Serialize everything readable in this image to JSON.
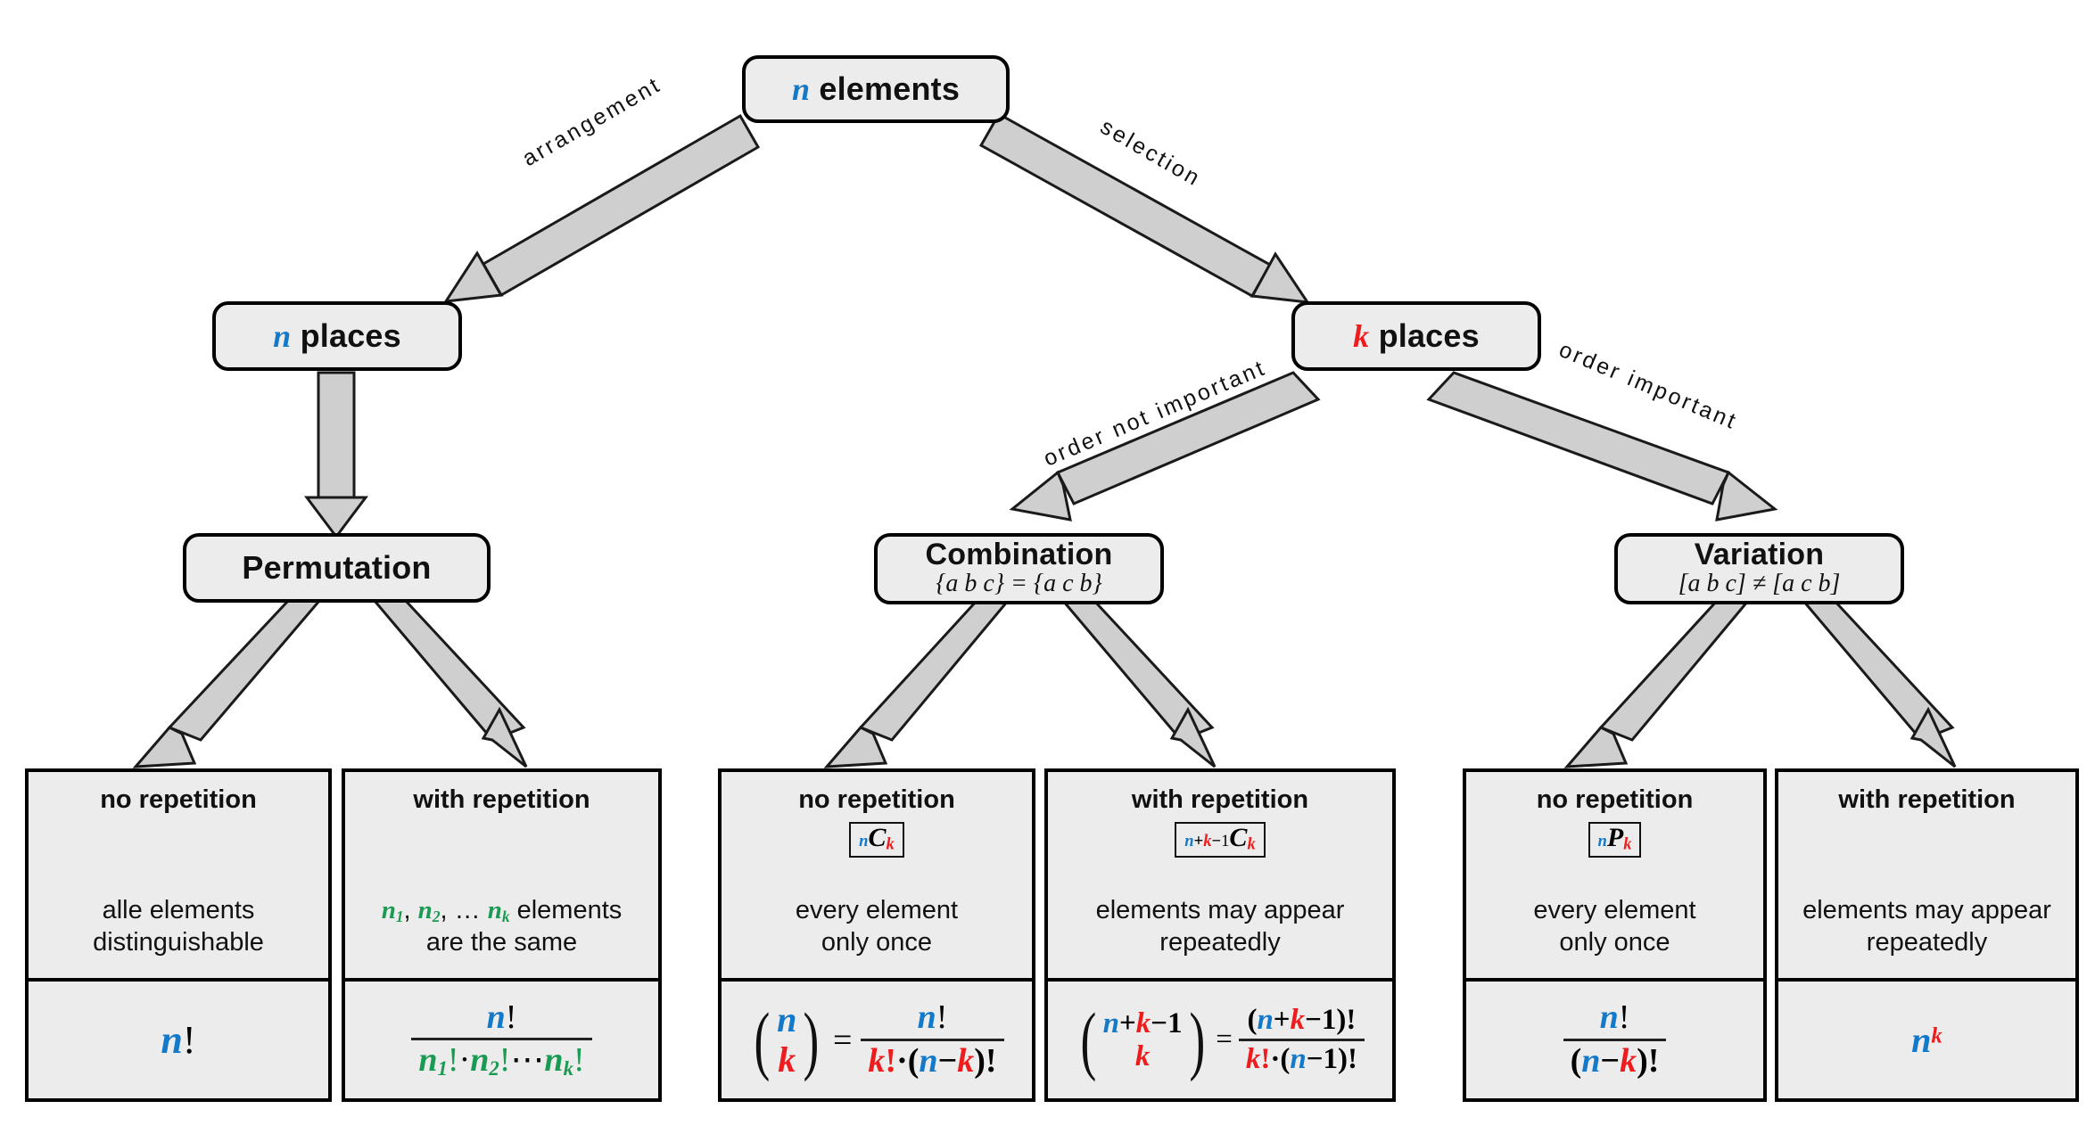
{
  "diagram": {
    "title": "Combinatorics decision tree",
    "colors": {
      "n_color": "#1479c9",
      "k_color": "#ee1c1c",
      "repeat_color": "#1a9a52",
      "node_fill": "#ececec",
      "edge_fill": "#cfcfcf",
      "outline": "#000000"
    }
  },
  "root": {
    "var": "n",
    "label": "elements"
  },
  "edges": {
    "arrangement": "arrangement",
    "selection": "selection",
    "order_not_important": "order not important",
    "order_important": "order important"
  },
  "level2": {
    "left": {
      "var": "n",
      "label": "places"
    },
    "right": {
      "var": "k",
      "label": "places"
    }
  },
  "level3": {
    "permutation": {
      "title": "Permutation",
      "sub": ""
    },
    "combination": {
      "title": "Combination",
      "sub": "{a b c} = {a c b}"
    },
    "variation": {
      "title": "Variation",
      "sub": "[a b c] ≠ [a c b]"
    }
  },
  "leaves": [
    {
      "id": "perm-no-rep",
      "header": "no repetition",
      "notation": "",
      "desc_line1": "alle elements",
      "desc_line2": "distinguishable",
      "formula_text": "n!"
    },
    {
      "id": "perm-with-rep",
      "header": "with repetition",
      "notation": "",
      "desc_line1": "n₁, n₂, … nₖ elements",
      "desc_line2": "are the same",
      "formula_text": "n! / (n₁! · n₂! ⋯ nₖ!)"
    },
    {
      "id": "comb-no-rep",
      "header": "no repetition",
      "notation": "nCk",
      "desc_line1": "every element",
      "desc_line2": "only once",
      "formula_text": "(n over k) = n! / (k! · (n − k)!)"
    },
    {
      "id": "comb-with-rep",
      "header": "with repetition",
      "notation": "n+k−1Ck",
      "desc_line1": "elements may appear",
      "desc_line2": "repeatedly",
      "formula_text": "(n + k − 1 over k) = (n + k − 1)! / (k! · (n − 1)!)"
    },
    {
      "id": "var-no-rep",
      "header": "no repetition",
      "notation": "nPk",
      "desc_line1": "every element",
      "desc_line2": "only once",
      "formula_text": "n! / (n − k)!"
    },
    {
      "id": "var-with-rep",
      "header": "with repetition",
      "notation": "",
      "desc_line1": "elements may appear",
      "desc_line2": "repeatedly",
      "formula_text": "n^k"
    }
  ],
  "symbols": {
    "n": "n",
    "k": "k",
    "C": "C",
    "P": "P",
    "bang": "!",
    "plus": "+",
    "minus": "−",
    "one": "1",
    "dot": "·",
    "eq": "=",
    "ellipsis": "⋯",
    "comma": ",",
    "dots": "…",
    "n1": "n",
    "n2": "n",
    "nk": "n",
    "sub1": "1",
    "sub2": "2",
    "subk": "k",
    "open_paren": "(",
    "close_paren": ")"
  }
}
